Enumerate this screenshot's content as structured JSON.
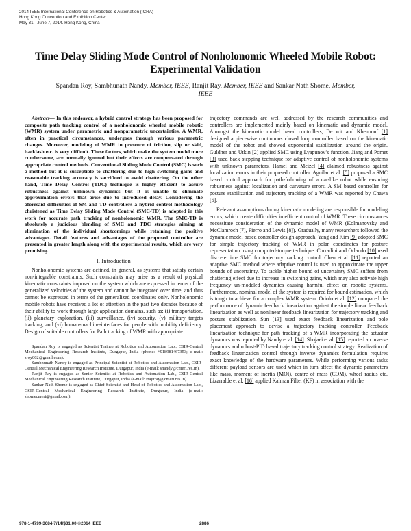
{
  "header": {
    "conference_line1": "2014 IEEE International Conference on Robotics & Automation (ICRA)",
    "conference_line2": "Hong Kong Convention and Exhibition Center",
    "conference_line3": "May 31 - June 7, 2014. Hong Kong, China"
  },
  "title": "Time Delay Sliding Mode Control of Nonholonomic Wheeled Mobile Robot: Experimental Validation",
  "authors": {
    "a1": "Spandan Roy, Sambhunath Nandy,",
    "a1_role": "Member, IEEE",
    "a2": ", Ranjit Ray,",
    "a2_role": "Member, IEEE",
    "a3": "and Sankar Nath Shome,",
    "a3_role": "Member, IEEE"
  },
  "abstract": {
    "label": "Abstract",
    "text": "— In this endeavor, a hybrid control strategy has been proposed for composite path tracking control of a nonholonomic wheeled mobile robotic (WMR) system under parametric and nonparametric uncertainties. A WMR, often in practical circumstances, undergoes through various parametric changes. Moreover, modeling of WMR in presence of friction, slip or skid, backlash etc. is very difficult. These factors, which make the system model more cumbersome, are normally ignored but their effects are compensated through appropriate control methods. Conventional Sliding Mode Control (SMC) is such a method but it is susceptible to chattering due to high switching gains and reasonable tracking accuracy is sacrificed to avoid chattering. On the other hand, Time Delay Control (TDC) technique is highly efficient to assure robustness against unknown dynamics but it is unable to eliminate approximation errors that arise due to introduced delay. Considering the aforesaid difficulties of SM and TD controllers a hybrid control methodology christened as Time Delay Sliding Mode Control (SMC-TD) is adopted in this work for accurate path tracking of nonholonomic WMR. The SMC-TD is absolutely a judicious blending of SMC and TDC strategies aiming at elimination of the individual shortcomings while retaining the positive advantages. Detail features and advantages of the proposed controller are presented in greater length along with the experimental results, which are very promising."
  },
  "section1": {
    "heading": "I. Introduction",
    "p1": "Nonholonomic systems are defined, in general, as systems that satisfy certain non-integrable constraints. Such constraints may arise as a result of physical kinematic constraints imposed on the system which are expressed in terms of the generalized velocities of the system and cannot be integrated over time, and thus cannot be expressed in terms of the generalized coordinates only. Nonholonomic mobile robots have received a lot of attention in the past two decades because of their ability to work through large application domains, such as: (i) transportation, (ii) planetary exploration, (iii) surveillance, (iv) security, (v) military targets tracking, and (vi) human-machine-interfaces for people with mobility deficiency. Design of suitable controllers for Path tracking of WMR with appropriate"
  },
  "footnotes": {
    "f1": "Spandan Roy is engaged as Scientist Trainee at Robotics and Automation Lab., CSIR-Central Mechanical Engineering Research Institute, Durgapur, India (phone: +918981467353; e-mail: sroy002@gmail.com).",
    "f2": "Sambhunath Nandy is engaged as Principal Scientist at Robotics and Automation Lab., CSIR-Central Mechanical Engineering Research Institute, Durgapur, India (e-mail: snandy@cmeri.res.in).",
    "f3": "Ranjit Ray is engaged as Senior Scientist at Robotics and Automation Lab., CSIR-Central Mechanical Engineering Research Institute, Durgapur, India (e-mail: rrajitray@cmeri.res.in).",
    "f4": "Sankar Nath Shome is engaged as Chief Scientist and Head of Robotics and Automation Lab., CSIR-Central Mechanical Engineering Research Institute, Durgapur, India (e-mail: shomecmeri@gmail.com)."
  },
  "right": {
    "p1": [
      "trajectory commands are well addressed by the research communities and controllers are implemented mainly based on kinematic and dynamic model. Amongst the kinematic model based controllers, De wit and Khennouf ",
      "[1]",
      " designed a piecewise continuous closed loop controller based on the kinematic model of the robot and showed exponential stabilization around the origin. Guldner and Utkin ",
      "[2]",
      " applied SMC using Lyapunov’s function. Jiang and Pomet ",
      "[3]",
      " used back stepping technique for adaptive control of nonholonomic systems with unknown parameters. Hamel and Meizel ",
      "[4]",
      " claimed robustness against localization errors in their proposed controller. Aguilar et al. ",
      "[5]",
      " proposed a SMC based control approach for path-following of a car-like robot while ensuring robustness against localization and curvature errors. A SM based controller for posture stabilization and trajectory tracking of a WMR was reported by Chawa [6]."
    ],
    "p2": [
      "Relevant assumptions during kinematic modeling are responsible for modeling errors, which create difficulties in efficient control of WMR. These circumstances necessitate consideration of the dynamic model of WMR (Kolmanovsky and McClamroch ",
      "[7]",
      ", Fierro and Lewis ",
      "[8]",
      "). Gradually, many researchers followed the dynamic model based controller design approach. Yang and Kim ",
      "[9]",
      " adopted SMC for simple trajectory tracking of WMR in polar coordinates for posture representation using computed-torque technique. Corradini and Orlando ",
      "[10]",
      " used discrete time SMC for trajectory tracking control. Chen et al. ",
      "[11]",
      " reported an adaptive SMC method where adaptive control is used to approximate the upper bounds of uncertainty. To tackle higher bound of uncertainty SMC suffers from chattering effect due to increase in switching gains, which may also activate high frequency un-modeled dynamics causing harmful effect on robotic systems. Furthermore, nominal model of the system is required for bound estimation, which is tough to achieve for a complex WMR system. Oriolo et al. ",
      "[12]",
      " compared the performance of dynamic feedback linearization against the simple linear feedback linearization as well as nonlinear feedback linearization for trajectory tracking and posture stabilization. Sun ",
      "[13]",
      " used exact feedback linearization and pole placement approach to devise a trajectory tracking controller. Feedback linearization technique for path tracking of a WMR incorporating the actuator dynamics was reported by Nandy et al. ",
      "[14]",
      ". Shojaei et al. ",
      "[15]",
      " reported an inverse dynamics and robust-PID based trajectory tracking control strategy. Realization of feedback linearization control through inverse dynamics formulation requires exact knowledge of the hardware parameters. While performing various tasks different payload sensors are used which in turn affect the dynamic parameters like mass, moment of inertia (MOI), centre of mass (COM), wheel radius etc. Lizarralde et al. ",
      "[16]",
      " applied Kalman Filter (KF) in association with the"
    ]
  },
  "footer": {
    "isbn": "978-1-4799-3684-7/14/$31.00 ©2014 IEEE",
    "page_number": "2886"
  }
}
